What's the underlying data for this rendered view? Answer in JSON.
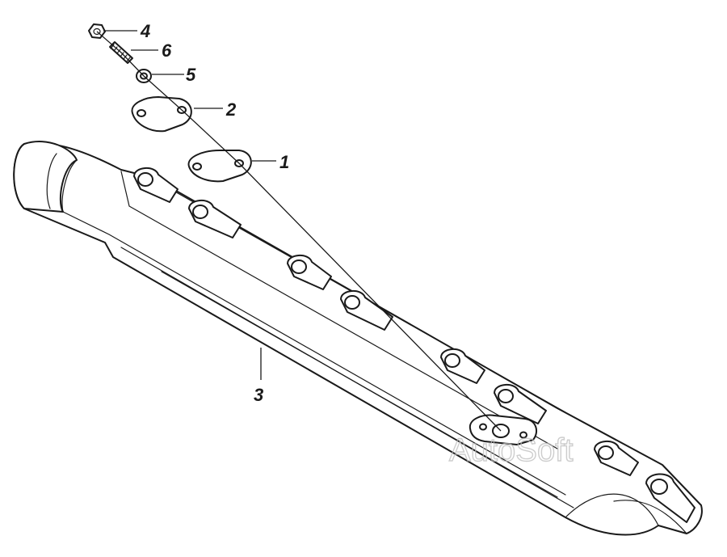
{
  "callouts": {
    "item1": "1",
    "item2": "2",
    "item3": "3",
    "item4": "4",
    "item5": "5",
    "item6": "6"
  },
  "watermark": {
    "text": "AutoSoft"
  },
  "colors": {
    "line": "#1a1a1a",
    "background": "#ffffff",
    "watermark": "#bdbdbd"
  }
}
